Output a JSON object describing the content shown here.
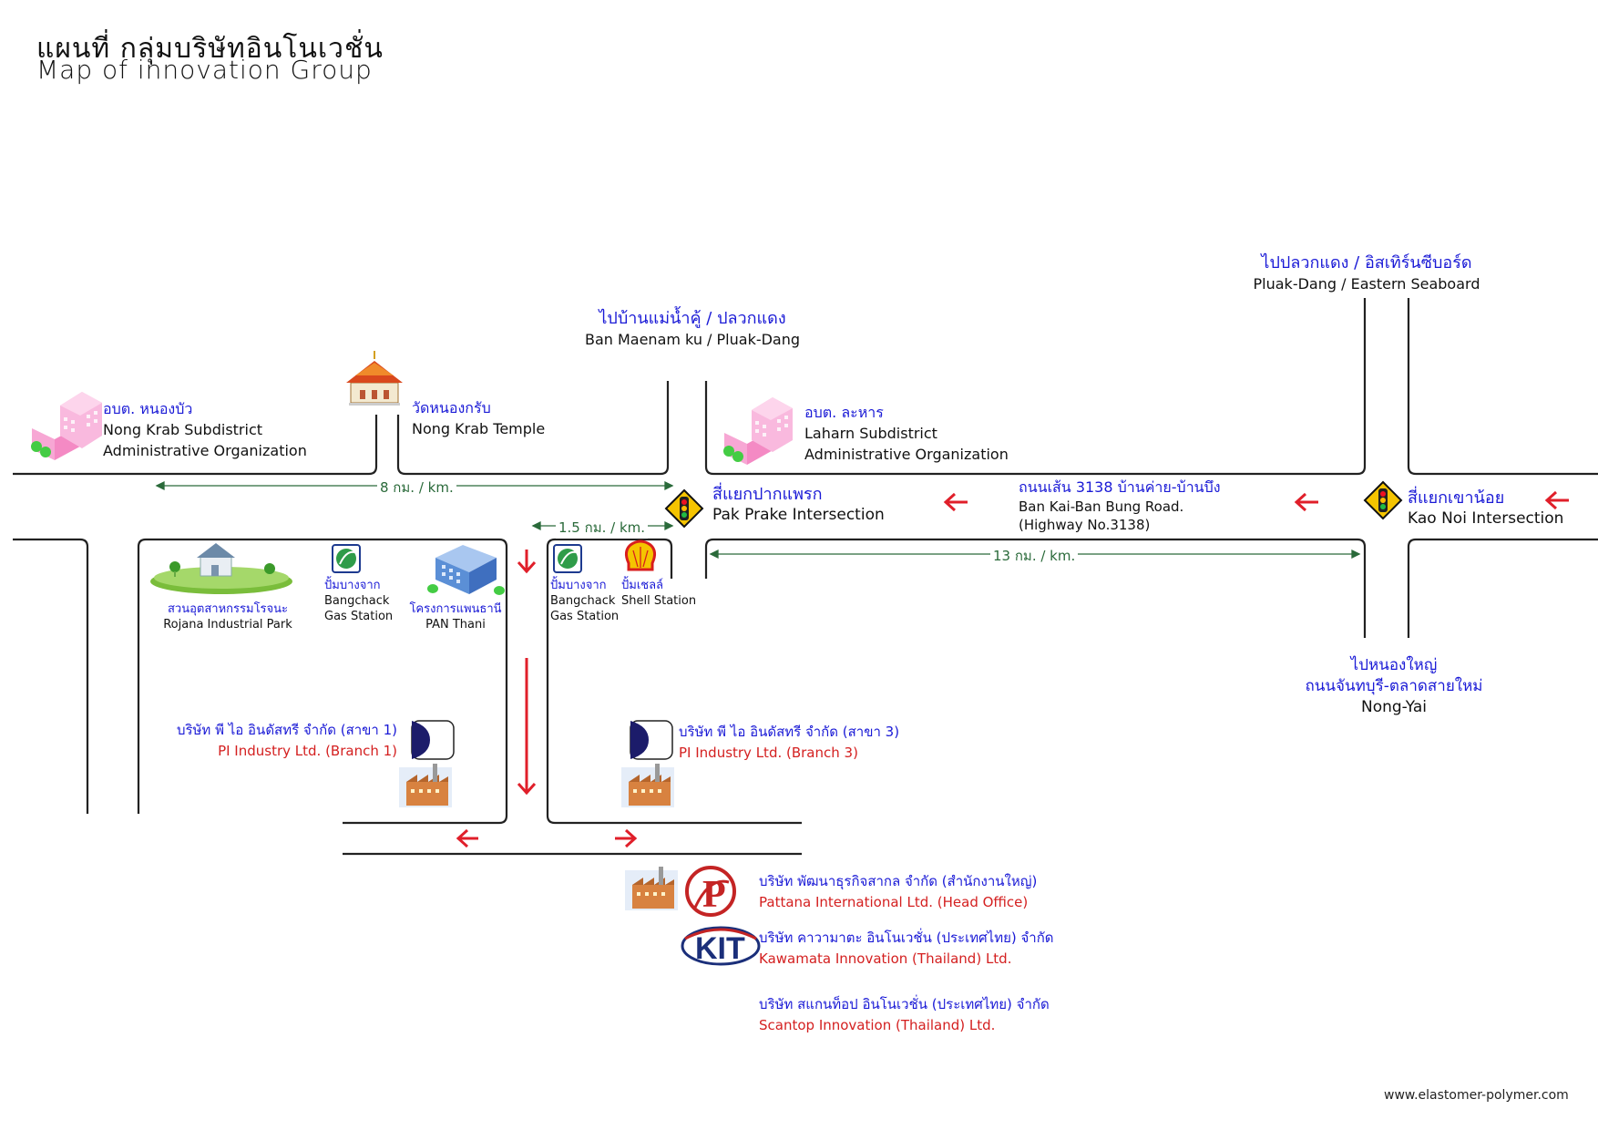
{
  "title": {
    "th": "แผนที่ กลุ่มบริษัทอินโนเวชั่น",
    "en": "Map of innovation Group"
  },
  "north_roads": {
    "pluak_dang_seaboard": {
      "th": "ไปปลวกแดง / อิสเทิร์นซีบอร์ด",
      "en": "Pluak-Dang / Eastern Seaboard"
    },
    "ban_maenam": {
      "th": "ไปบ้านแม่น้ำคู้ / ปลวกแดง",
      "en": "Ban Maenam ku / Pluak-Dang"
    }
  },
  "places": {
    "nong_krab_org": {
      "th": "อบต. หนองบัว",
      "en1": "Nong Krab Subdistrict",
      "en2": "Administrative Organization"
    },
    "nong_krab_temple": {
      "th": "วัดหนองกรับ",
      "en": "Nong Krab Temple"
    },
    "laharn_org": {
      "th": "อบต. ละหาร",
      "en1": "Laharn Subdistrict",
      "en2": "Administrative Organization"
    },
    "rojana": {
      "th": "สวนอุตสาหกรรมโรจนะ",
      "en": "Rojana Industrial Park"
    },
    "bangchak_1": {
      "th": "ปั้มบางจาก",
      "en1": "Bangchack",
      "en2": "Gas Station"
    },
    "pan_thani": {
      "th": "โครงการแพนธานี",
      "en": "PAN Thani"
    },
    "bangchak_2": {
      "th": "ปั้มบางจาก",
      "en1": "Bangchack",
      "en2": "Gas Station"
    },
    "shell": {
      "th": "ปั้มเชลล์",
      "en": "Shell Station"
    }
  },
  "intersections": {
    "pak_prake": {
      "th": "สี่แยกปากแพรก",
      "en": "Pak Prake Intersection"
    },
    "kao_noi": {
      "th": "สี่แยกเขาน้อย",
      "en": "Kao Noi Intersection"
    }
  },
  "highway": {
    "th": "ถนนเส้น 3138 บ้านค่าย-บ้านบึง",
    "en1": "Ban Kai-Ban Bung Road.",
    "en2": "(Highway No.3138)"
  },
  "nong_yai": {
    "th1": "ไปหนองใหญ่",
    "th2": "ถนนจันทบุรี-ตลาดสายใหม่",
    "en": "Nong-Yai"
  },
  "distances": {
    "d8": "8 กม. / km.",
    "d15": "1.5 กม. / km.",
    "d13": "13 กม. / km."
  },
  "companies": {
    "pi_branch1": {
      "th": "บริษัท พี ไอ อินดัสทรี จำกัด (สาขา 1)",
      "en": "PI Industry Ltd. (Branch 1)"
    },
    "pi_branch3": {
      "th": "บริษัท พี ไอ อินดัสทรี จำกัด (สาขา 3)",
      "en": "PI Industry Ltd. (Branch 3)"
    },
    "pattana": {
      "th": "บริษัท พัฒนาธุรกิจสากล จำกัด (สำนักงานใหญ่)",
      "en": "Pattana International Ltd. (Head Office)"
    },
    "kawamata": {
      "th": "บริษัท คาวามาตะ อินโนเวชั่น (ประเทศไทย) จำกัด",
      "en": "Kawamata Innovation (Thailand) Ltd."
    },
    "scantop": {
      "th": "บริษัท สแกนท็อป อินโนเวชั่น (ประเทศไทย) จำกัด",
      "en": "Scantop Innovation (Thailand) Ltd."
    }
  },
  "logos": {
    "pattana": "P",
    "kawamata": "KIT"
  },
  "footer": {
    "url": "www.elastomer-polymer.com"
  },
  "colors": {
    "thai_label": "#1a1ad6",
    "company_en": "#d42020",
    "arrow": "#e01f2a",
    "distance": "#2a6a3a",
    "road": "#222222"
  }
}
